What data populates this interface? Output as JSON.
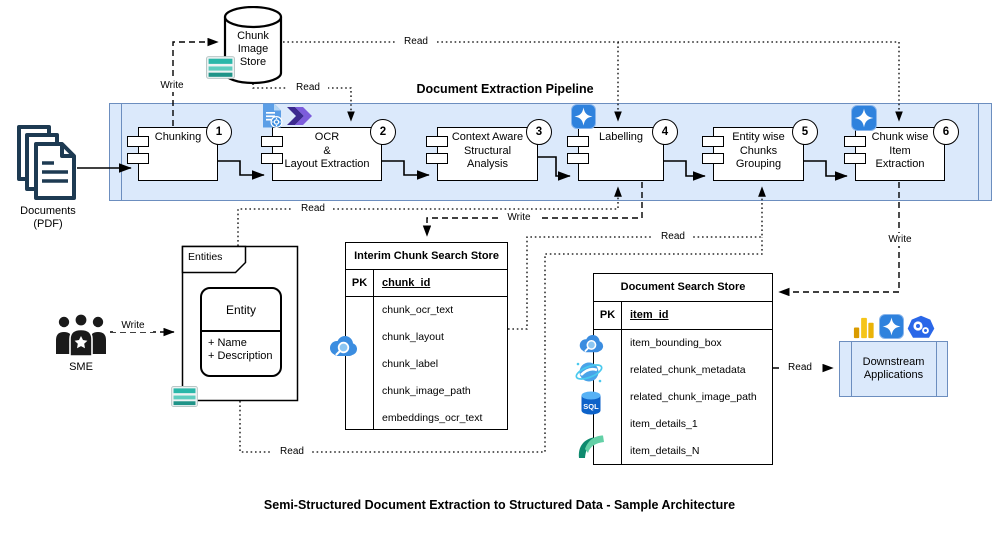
{
  "caption": "Semi-Structured Document Extraction to Structured Data - Sample Architecture",
  "pipeline": {
    "title": "Document Extraction Pipeline",
    "stages": [
      {
        "number": "1",
        "label": "Chunking"
      },
      {
        "number": "2",
        "label": "OCR\n&\nLayout Extraction"
      },
      {
        "number": "3",
        "label": "Context Aware\nStructural\nAnalysis"
      },
      {
        "number": "4",
        "label": "Labelling"
      },
      {
        "number": "5",
        "label": "Entity wise\nChunks\nGrouping"
      },
      {
        "number": "6",
        "label": "Chunk wise\nItem\nExtraction"
      }
    ]
  },
  "chunk_image_store": {
    "label": "Chunk\nImage\nStore"
  },
  "documents": {
    "label": "Documents\n(PDF)"
  },
  "sme": {
    "label": "SME"
  },
  "entities": {
    "frame_label": "Entities",
    "class_name": "Entity",
    "attributes": "+ Name\n+ Description"
  },
  "interim_store": {
    "title": "Interim Chunk Search Store",
    "pk_label": "PK",
    "pk_field": "chunk_id",
    "fields": [
      "chunk_ocr_text",
      "chunk_layout",
      "chunk_label",
      "chunk_image_path",
      "embeddings_ocr_text"
    ]
  },
  "document_store": {
    "title": "Document Search Store",
    "pk_label": "PK",
    "pk_field": "item_id",
    "fields": [
      "item_bounding_box",
      "related_chunk_metadata",
      "related_chunk_image_path",
      "item_details_1",
      "item_details_N"
    ]
  },
  "downstream": {
    "label": "Downstream\nApplications"
  },
  "edge_labels": {
    "write_chunking_to_store": "Write",
    "read_store_to_ocr": "Read",
    "read_store_to_extraction": "Read",
    "read_entities_to_labelling": "Read",
    "write_labelling_to_interim": "Write",
    "read_interim_to_grouping": "Read",
    "read_entities_to_grouping": "Read",
    "write_extraction_to_docstore": "Write",
    "read_docstore_to_downstream": "Read",
    "write_sme_to_entities": "Write"
  },
  "colors": {
    "band_fill": "#dbe9fb",
    "band_border": "#6c8ebf",
    "teal_accent": "#2ab7a9",
    "sparkle_blue": "#2f82dd"
  },
  "icons": {
    "chunk_image_store": "table-storage-icon",
    "entities_frame": "table-storage-icon",
    "ocr_stage": [
      "document-intelligence-icon",
      "power-automate-icon"
    ],
    "labelling_stage": "ai-sparkle-icon",
    "item_extraction_stage": "ai-sparkle-icon",
    "interim_store": "cognitive-search-icon",
    "document_store": [
      "cognitive-search-icon",
      "cosmos-db-icon",
      "azure-sql-icon",
      "fabric-icon"
    ],
    "downstream": [
      "power-bi-icon",
      "ai-sparkle-icon",
      "kubernetes-gears-icon"
    ],
    "sme": "people-team-icon",
    "documents": "stacked-documents-icon"
  }
}
